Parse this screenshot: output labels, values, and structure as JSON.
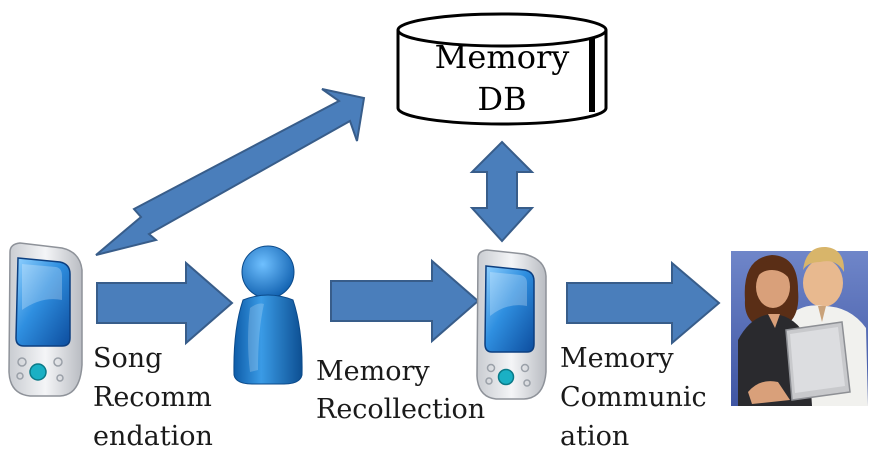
{
  "database": {
    "line1": "Memory",
    "line2": "DB"
  },
  "labels": {
    "song_recommendation": [
      "Song",
      "Recomm",
      "endation"
    ],
    "memory_recollection": [
      "Memory",
      "Recollection"
    ],
    "memory_communication": [
      "Memory",
      "Communic",
      "ation"
    ]
  },
  "icons": {
    "left_device": "mobile-phone-icon",
    "person": "person-icon",
    "center_device": "mobile-phone-icon",
    "people": "people-at-laptop-icon"
  },
  "colors": {
    "arrow_fill": "#4a7ebb",
    "arrow_stroke": "#385d8a",
    "person_blue": "#1f78c8",
    "phone_screen": "#2f8fe0"
  }
}
